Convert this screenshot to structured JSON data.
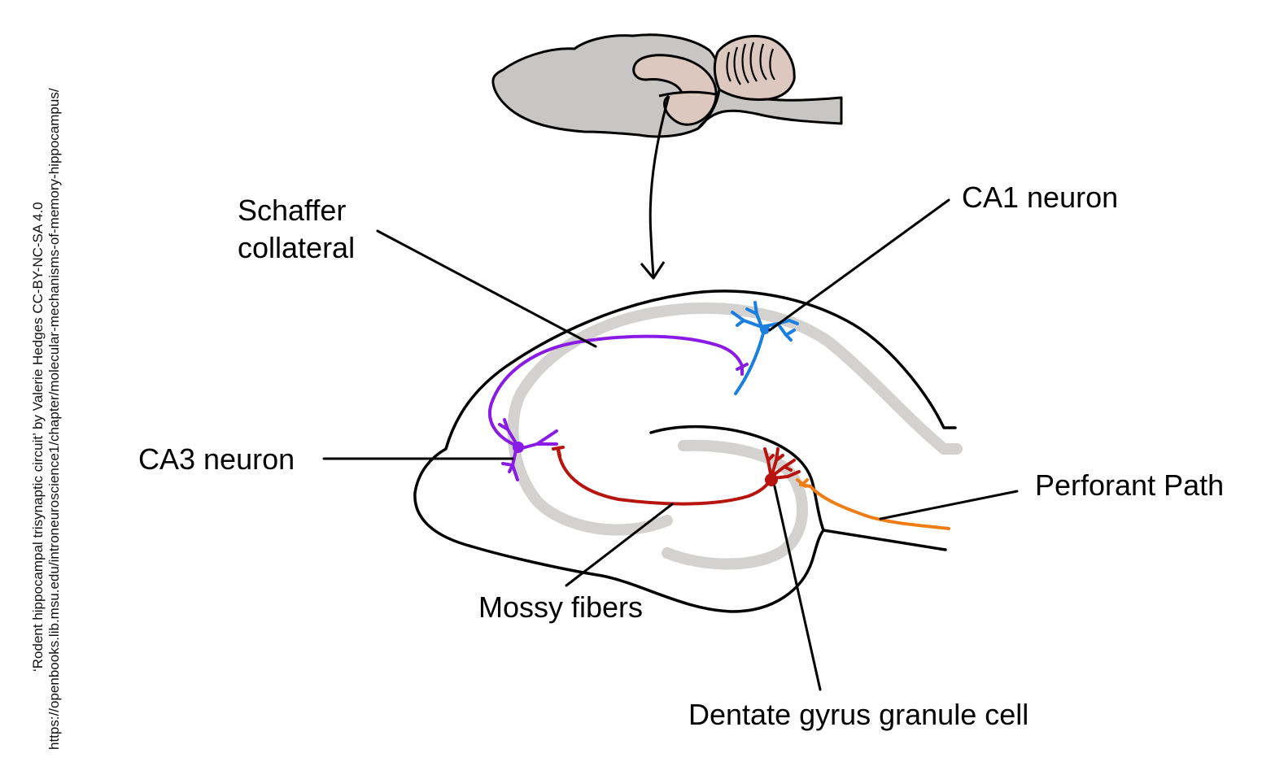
{
  "labels": {
    "schaffer_line1": "Schaffer",
    "schaffer_line2": "collateral",
    "ca1": "CA1 neuron",
    "ca3": "CA3 neuron",
    "perforant": "Perforant Path",
    "mossy": "Mossy fibers",
    "dentate": "Dentate gyrus granule cell"
  },
  "credit": {
    "line1": "‘Rodent hippocampal trisynaptic circuit’ by Valerie Hedges CC-BY-NC-SA 4.0",
    "line2": "https://openbooks.lib.msu.edu/introneuroscience1/chapter/molecular-mechanisms-of-memory-hippocampus/"
  },
  "colors": {
    "outline": "#000000",
    "brain_fill": "#c8c6c4",
    "cerebellum_fill": "#dcc8be",
    "pyramidal_layer": "#d4d2d0",
    "ca1_neuron": "#1a7fe0",
    "schaffer_ca3": "#8a1ae6",
    "mossy_dentate": "#b8140e",
    "perforant": "#f07d14"
  }
}
